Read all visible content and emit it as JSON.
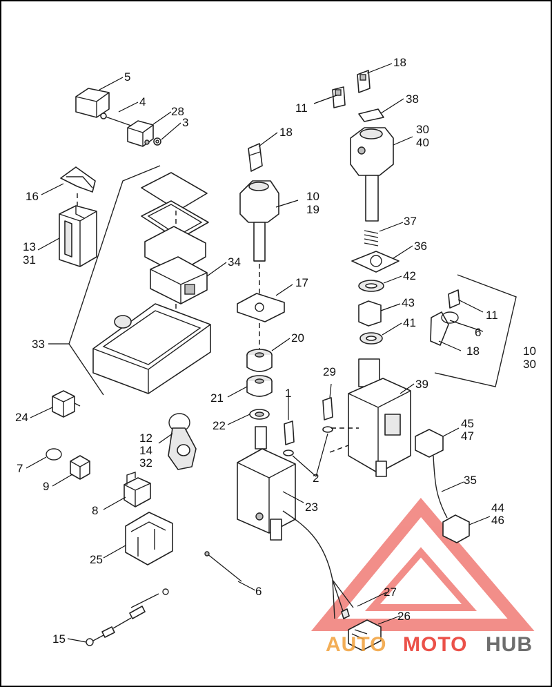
{
  "labels": [
    "5",
    "4",
    "28",
    "3",
    "16",
    "13",
    "31",
    "33",
    "34",
    "24",
    "7",
    "9",
    "12",
    "14",
    "32",
    "8",
    "25",
    "15",
    "6",
    "18",
    "10",
    "19",
    "17",
    "20",
    "21",
    "22",
    "1",
    "23",
    "11",
    "18",
    "38",
    "30",
    "40",
    "37",
    "36",
    "42",
    "43",
    "41",
    "29",
    "39",
    "2",
    "45",
    "47",
    "35",
    "44",
    "46",
    "27",
    "26",
    "11",
    "6",
    "18",
    "10",
    "30"
  ],
  "watermark": {
    "auto": "AUTO",
    "moto": "MOTO",
    "hub": "HUB",
    "accent_color": "#e8332a",
    "dark_color": "#555555"
  }
}
